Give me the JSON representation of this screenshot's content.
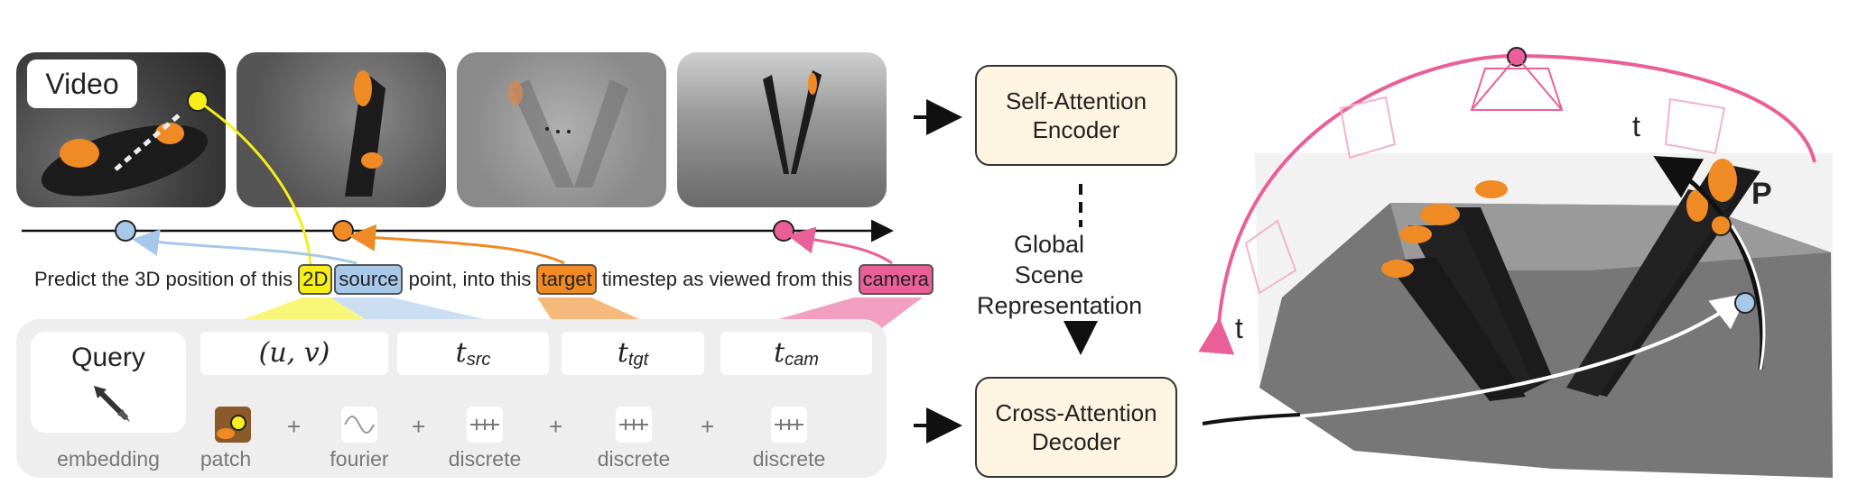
{
  "video_label": "Video",
  "sentence": {
    "part1": "Predict the 3D position of this",
    "hl_2d": "2D",
    "hl_source": "source",
    "part2": "point, into this",
    "hl_target": "target",
    "part3": "timestep as viewed from this",
    "hl_camera": "camera"
  },
  "query": {
    "title": "Query",
    "embedding_caption": "embedding"
  },
  "tokens": [
    {
      "main": "(u, v)",
      "sub": ""
    },
    {
      "main": "t",
      "sub": "src"
    },
    {
      "main": "t",
      "sub": "tgt"
    },
    {
      "main": "t",
      "sub": "cam"
    }
  ],
  "captions": {
    "patch": "patch",
    "fourier": "fourier",
    "discrete1": "discrete",
    "discrete2": "discrete",
    "discrete3": "discrete"
  },
  "plus_sign": "+",
  "encoder_label": "Self-Attention Encoder",
  "gsr_label": "Global Scene Representation",
  "decoder_label": "Cross-Attention Decoder",
  "scene": {
    "point_label": "P",
    "time_label_top": "t",
    "time_label_left": "t"
  },
  "colors": {
    "yellow": "#f5ee1a",
    "blue": "#a8c8ea",
    "orange": "#f08a24",
    "pink": "#ea5f97",
    "panel": "#eeeeee",
    "block_fill": "#fdf5e2"
  }
}
